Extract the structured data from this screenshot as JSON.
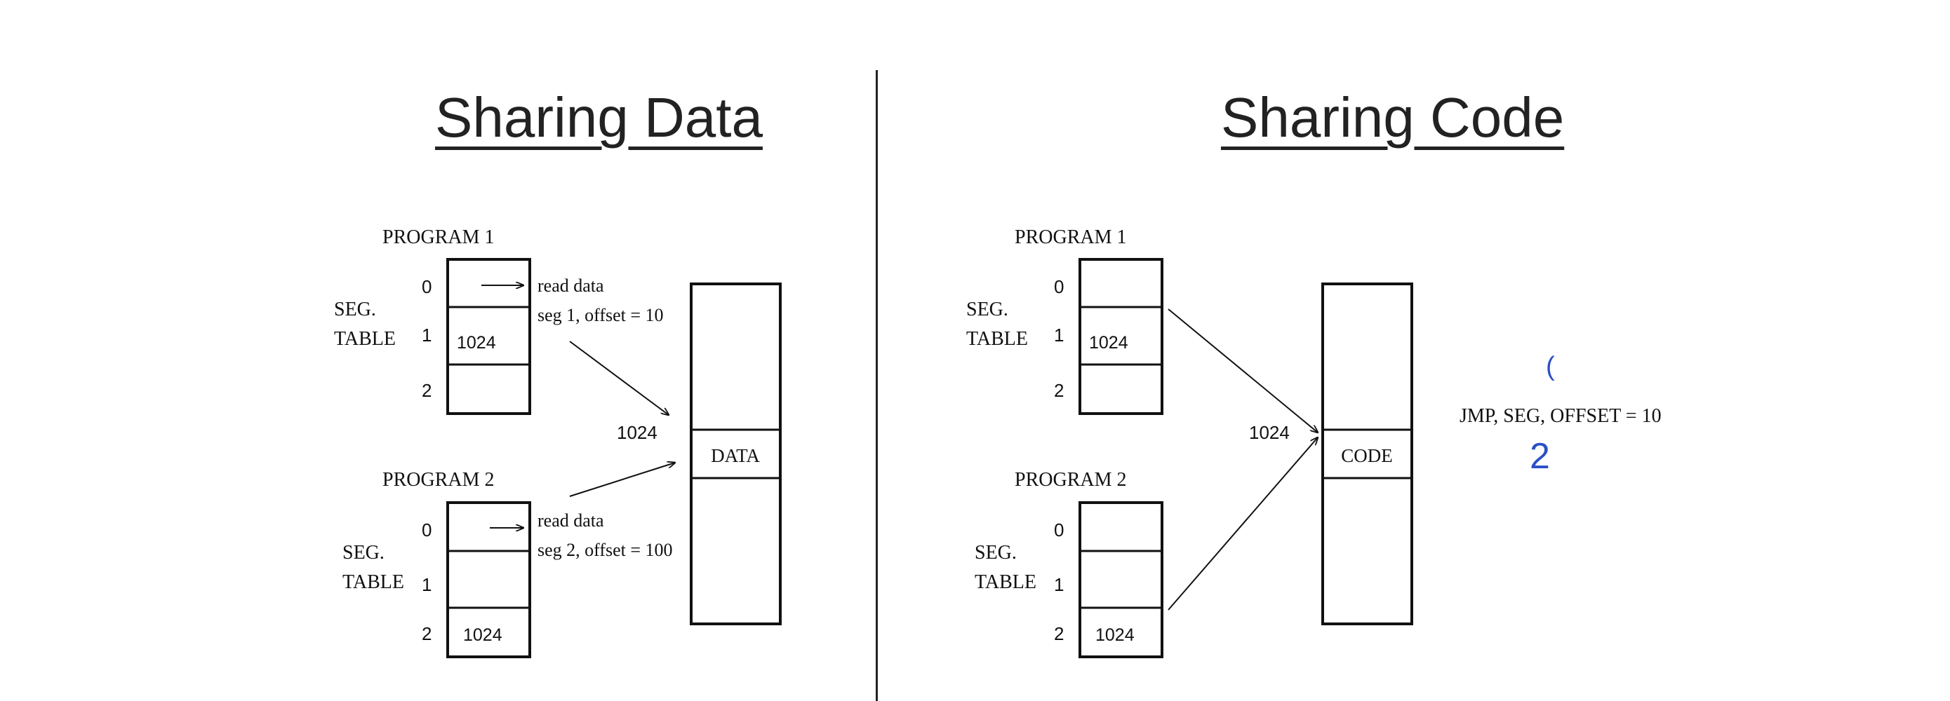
{
  "titles": {
    "left": "Sharing Data",
    "right": "Sharing Code"
  },
  "sharing_data": {
    "program1": {
      "label": "PROGRAM 1",
      "seg_table_line1": "SEG.",
      "seg_table_line2": "TABLE",
      "indices": [
        "0",
        "1",
        "2"
      ],
      "entry_value": "1024",
      "note_line1": "read data",
      "note_line2": "seg 1, offset = 10"
    },
    "program2": {
      "label": "PROGRAM 2",
      "seg_table_line1": "SEG.",
      "seg_table_line2": "TABLE",
      "indices": [
        "0",
        "1",
        "2"
      ],
      "entry_value": "1024",
      "note_line1": "read data",
      "note_line2": "seg 2, offset = 100"
    },
    "memory_address": "1024",
    "memory_segment_label": "DATA"
  },
  "sharing_code": {
    "program1": {
      "label": "PROGRAM 1",
      "seg_table_line1": "SEG.",
      "seg_table_line2": "TABLE",
      "indices": [
        "0",
        "1",
        "2"
      ],
      "entry_value": "1024"
    },
    "program2": {
      "label": "PROGRAM 2",
      "seg_table_line1": "SEG.",
      "seg_table_line2": "TABLE",
      "indices": [
        "0",
        "1",
        "2"
      ],
      "entry_value": "1024"
    },
    "memory_address": "1024",
    "memory_segment_label": "CODE",
    "instruction": "JMP, SEG, OFFSET = 10",
    "handwritten_top": "(",
    "handwritten_bottom": "2",
    "handwriting_color": "#2b4fc7"
  }
}
